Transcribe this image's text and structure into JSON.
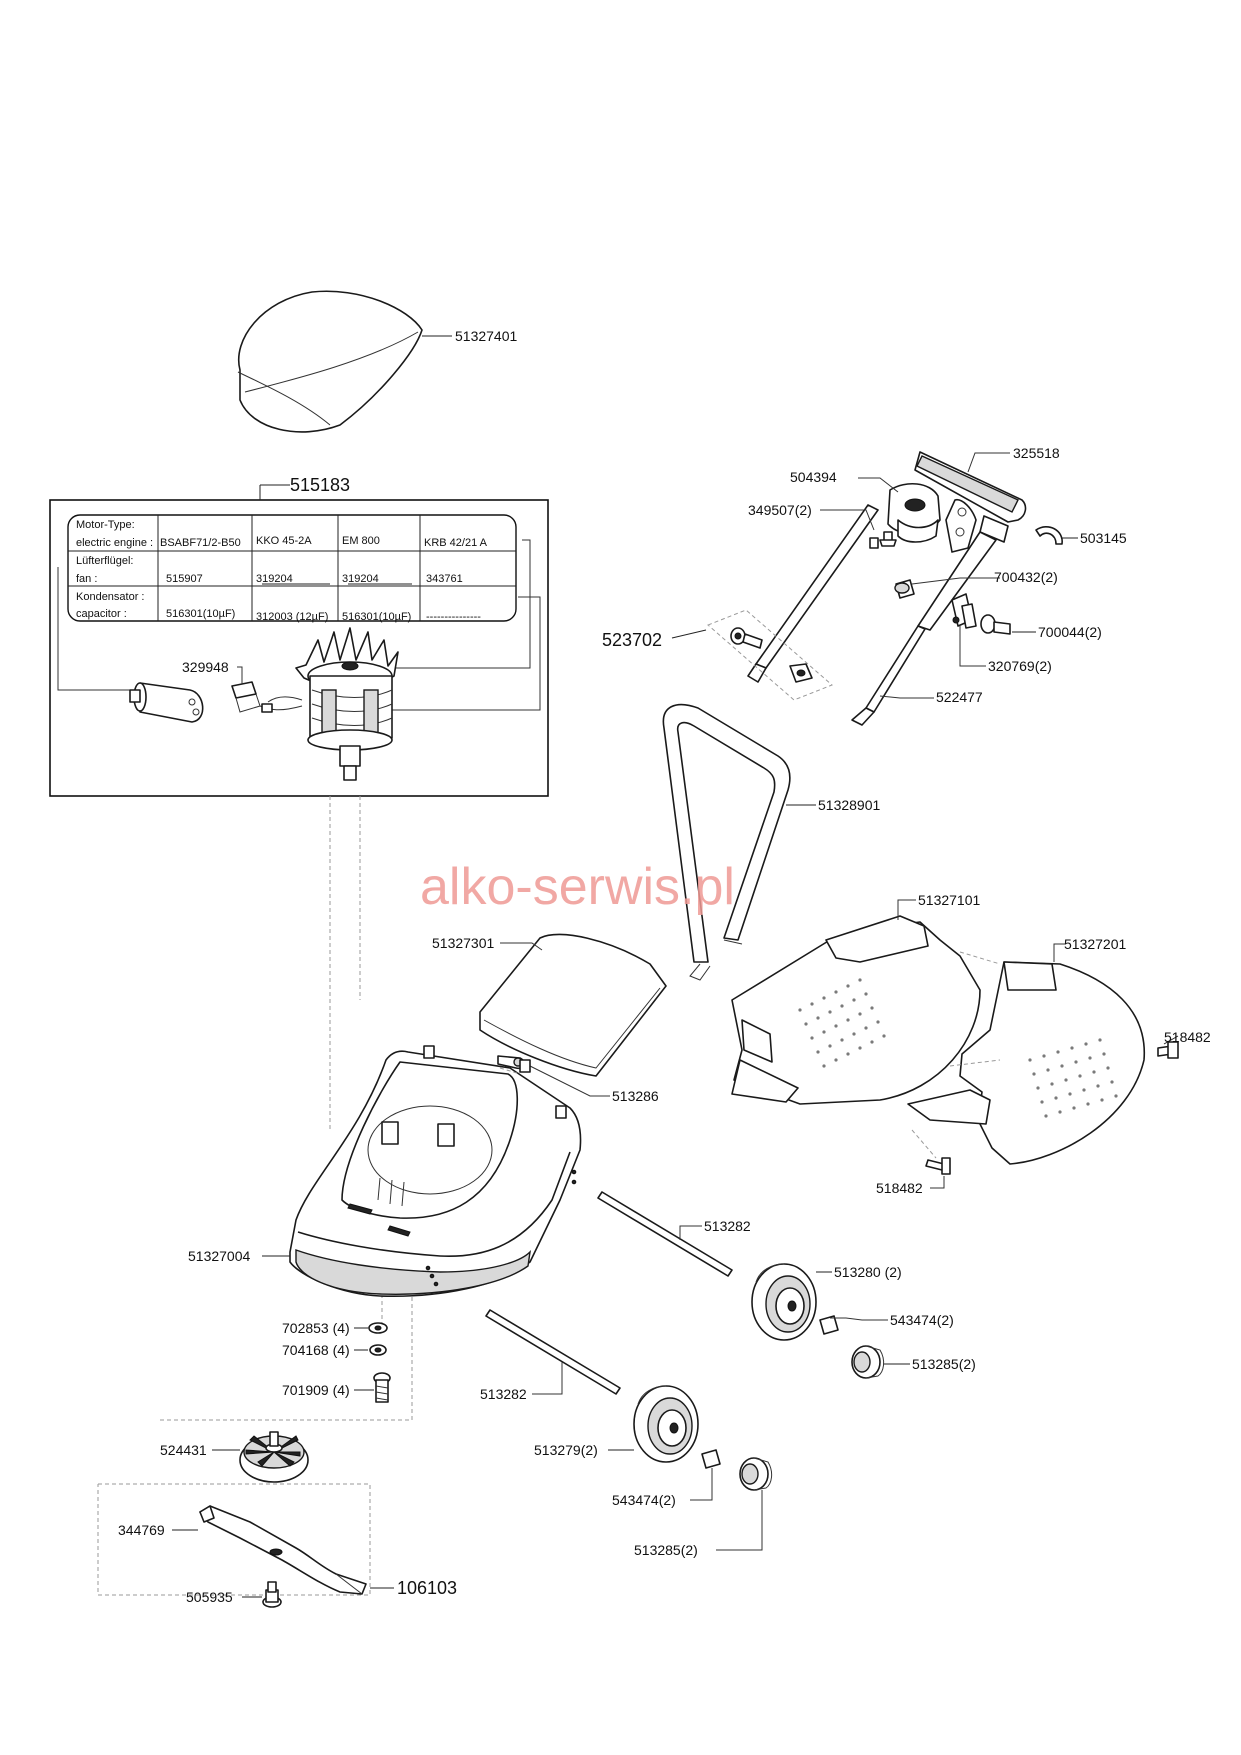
{
  "watermark": "alko-serwis.pl",
  "motor_table": {
    "rows": [
      {
        "label_de": "Motor-Type:",
        "label_en": "electric engine :",
        "values": [
          "BSABF71/2-B50",
          "KKO 45-2A",
          "EM 800",
          "KRB 42/21 A"
        ]
      },
      {
        "label_de": "Lüfterflügel:",
        "label_en": "fan :",
        "values": [
          "515907",
          "319204",
          "319204",
          "343761"
        ]
      },
      {
        "label_de": "Kondensator :",
        "label_en": "capacitor :",
        "values": [
          "516301(10µF)",
          "312003 (12µF)",
          "516301(10µF)",
          "---------------"
        ]
      }
    ]
  },
  "labels": {
    "p51327401": "51327401",
    "p515183": "515183",
    "p329948": "329948",
    "p325518": "325518",
    "p504394": "504394",
    "p349507": "349507(2)",
    "p503145": "503145",
    "p700432": "700432(2)",
    "p523702": "523702",
    "p700044": "700044(2)",
    "p320769": "320769(2)",
    "p522477": "522477",
    "p51328901": "51328901",
    "p51327101": "51327101",
    "p51327301": "51327301",
    "p51327201": "51327201",
    "p518482a": "518482",
    "p513286": "513286",
    "p518482b": "518482",
    "p51327004": "51327004",
    "p513282a": "513282",
    "p513280": "513280 (2)",
    "p543474a": "543474(2)",
    "p702853": "702853 (4)",
    "p704168": "704168 (4)",
    "p513285a": "513285(2)",
    "p701909": "701909 (4)",
    "p513282b": "513282",
    "p524431": "524431",
    "p513279": "513279(2)",
    "p543474b": "543474(2)",
    "p344769": "344769",
    "p513285b": "513285(2)",
    "p106103": "106103",
    "p505935": "505935"
  }
}
